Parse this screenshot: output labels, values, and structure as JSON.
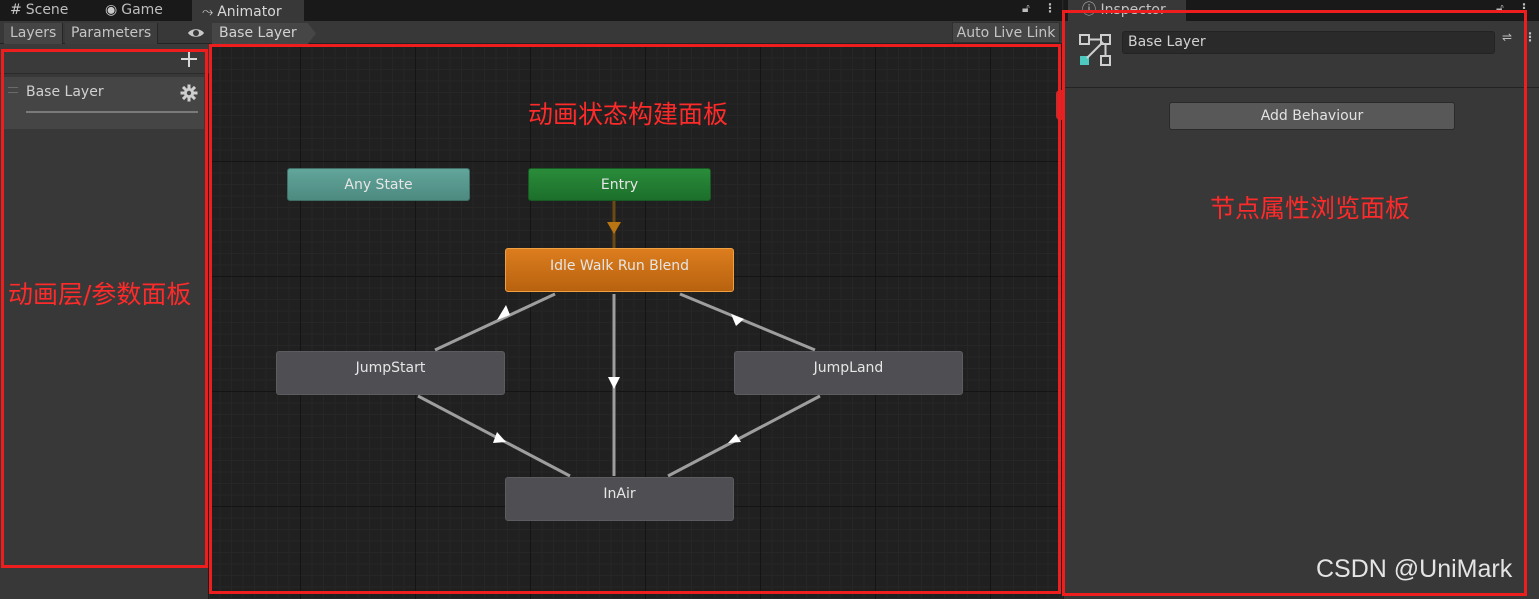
{
  "tabs": [
    {
      "icon": "#",
      "label": "Scene"
    },
    {
      "icon": "◉",
      "label": "Game"
    },
    {
      "icon": "⤳",
      "label": "Animator"
    }
  ],
  "toolbar": {
    "layers_tab": "Layers",
    "parameters_tab": "Parameters",
    "breadcrumb": "Base Layer",
    "auto_live_link": "Auto Live Link"
  },
  "layers": {
    "items": [
      {
        "name": "Base Layer"
      }
    ]
  },
  "graph": {
    "nodes": {
      "any_state": "Any State",
      "entry": "Entry",
      "idle_walk_run": "Idle Walk Run Blend",
      "jump_start": "JumpStart",
      "jump_land": "JumpLand",
      "in_air": "InAir"
    },
    "colors": {
      "any_state": "#56968c",
      "entry": "#22803a",
      "blend": "#cf7117",
      "state": "#4f4f53",
      "transition": "#9e9e9e",
      "entry_arrow": "#b87512"
    }
  },
  "inspector": {
    "tab": "Inspector",
    "name_value": "Base Layer",
    "add_behaviour": "Add Behaviour"
  },
  "annotations": {
    "graph": "动画状态构建面板",
    "left": "动画层/参数面板",
    "inspector": "节点属性浏览面板",
    "color": "#ef1e1e"
  },
  "watermark": "CSDN @UniMark"
}
